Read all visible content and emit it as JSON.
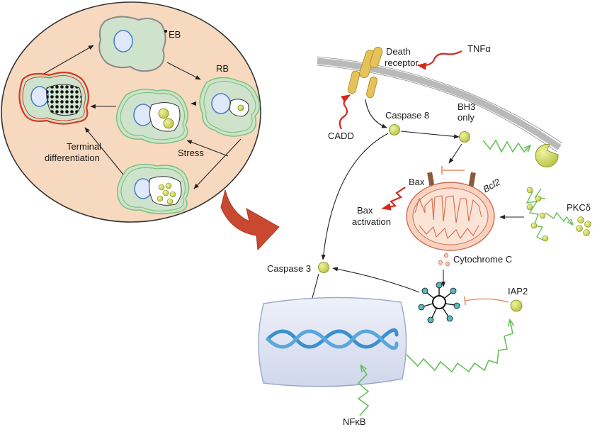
{
  "colors": {
    "background": "#ffffff",
    "cell_fill": "#f7d9c0",
    "chlamydia_fill": "#cfe3cc",
    "green_outline": "#7cc47f",
    "red_outline": "#d9381e",
    "membrane": "#b9b9b9",
    "bead": "#c9d35a",
    "bead_edge": "#7d8a1a",
    "arrow": "#222222",
    "red_arrow": "#d42a1a",
    "green_arrow": "#66c25a",
    "inhibit": "#e88a6a",
    "receptor": "#e6c35a",
    "mito_fill": "#f7d2bf",
    "mito_edge": "#d26a50",
    "nucleus_fill": "#dfe5f3",
    "nucleus_edge": "#9aa6c9",
    "dna": "#3b8fd0",
    "apoptosome_cap": "#56bcc0",
    "big_arrow": "#c94830"
  },
  "labels": {
    "eb": "EB",
    "rb": "RB",
    "stress": "Stress",
    "terminal": "Terminal",
    "differentiation": "differentiation",
    "death": "Death",
    "receptor": "receptor",
    "tnf": "TNFα",
    "cadd": "CADD",
    "caspase8": "Caspase 8",
    "bh3": "BH3",
    "only": "only",
    "bax": "Bax",
    "bcl2": "Bcl2",
    "bax_activation_1": "Bax",
    "bax_activation_2": "activation",
    "pkc": "PKCδ",
    "cytochrome": "Cytochrome C",
    "caspase3": "Caspase 3",
    "iap2": "IAP2",
    "nfkb": "NFκB"
  }
}
